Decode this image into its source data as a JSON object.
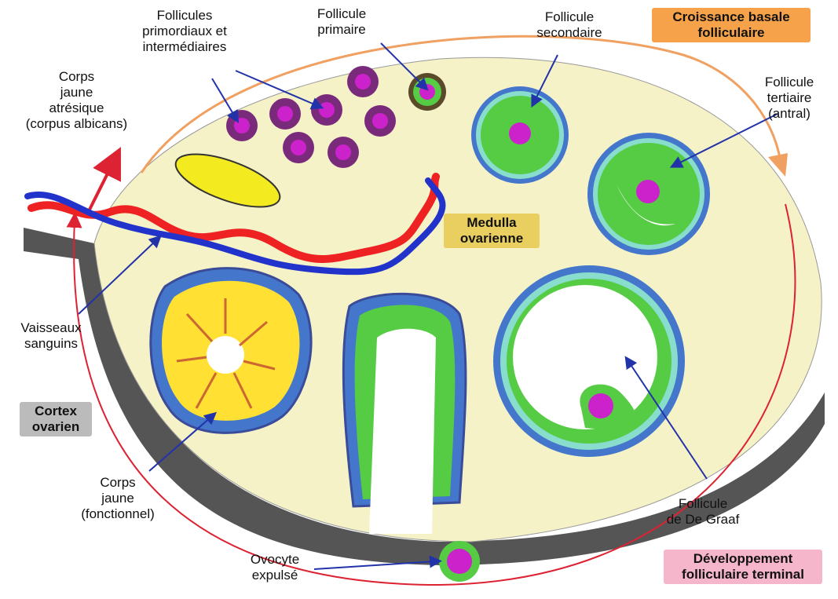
{
  "labels": {
    "follicules_primordiaux": "Follicules\nprimordiaux et\nintermédiaires",
    "follicule_primaire": "Follicule\nprimaire",
    "follicule_secondaire": "Follicule\nsecondaire",
    "croissance_basale": "Croissance basale\nfolliculaire",
    "corps_jaune_atresique": "Corps\njaune\natrésique\n(corpus albicans)",
    "follicule_tertiaire": "Follicule\ntertiaire\n(antral)",
    "medulla": "Medulla\novarienne",
    "vaisseaux": "Vaisseaux\nsanguins",
    "cortex": "Cortex\novarien",
    "corps_jaune_fonctionnel": "Corps\njaune\n(fonctionnel)",
    "follicule_de_graaf": "Follicule\nde De Graaf",
    "ovocyte": "Ovocyte\nexpulsé",
    "developpement_terminal": "Développement\nfolliculaire terminal"
  },
  "colors": {
    "stroma": "#f5f2c8",
    "cortex_band": "#555555",
    "oocyte": "#cc22cc",
    "granulosa": "#55cc44",
    "theca": "#4477cc",
    "corpus_luteum": "#ffe033",
    "artery": "#ee2222",
    "vein": "#2233cc",
    "cycle_arrow": "#dd2233",
    "basal_arrow": "#f0a060",
    "label_orange_bg": "#f6a24a",
    "label_pink_bg": "#f5b6cc",
    "label_yellow_bg": "#e8cf60",
    "label_gray_bg": "#bbbbbb"
  }
}
